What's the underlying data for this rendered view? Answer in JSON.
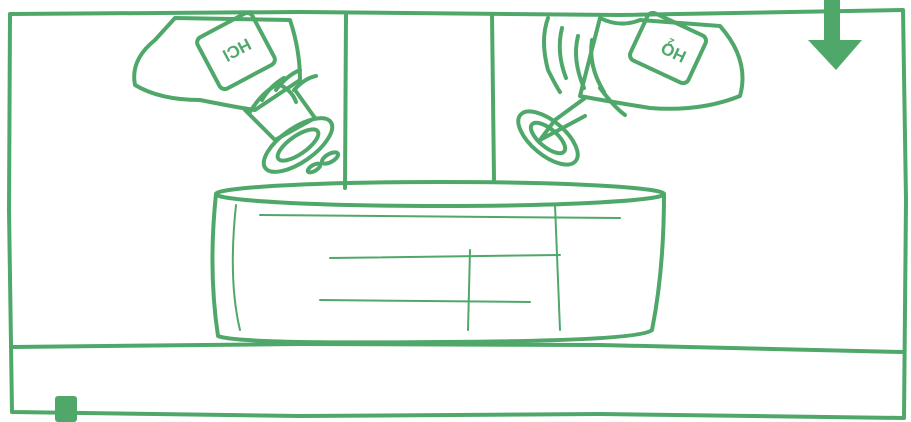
{
  "labels": {
    "left_bottle": "HCl",
    "right_bottle_main": "HO",
    "right_bottle_sub": "2"
  },
  "colors": {
    "ink": "#4fa86a",
    "background": "#ffffff"
  },
  "icons": {
    "top_right": "arrow-down-icon",
    "bottom_left": "square-marker-icon"
  }
}
